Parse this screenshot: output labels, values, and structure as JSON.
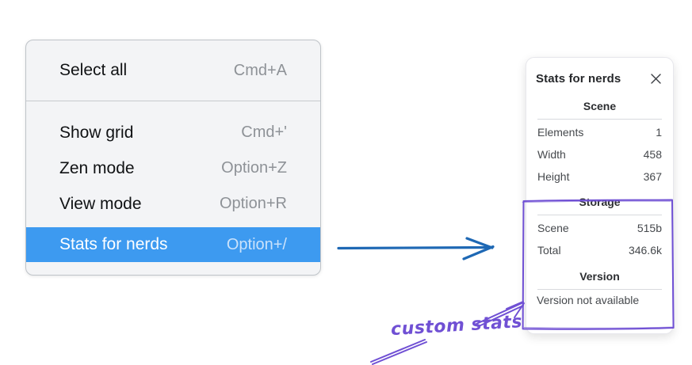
{
  "menu": {
    "items": [
      {
        "label": "Select all",
        "shortcut": "Cmd+A",
        "highlighted": false
      },
      {
        "label": "Show grid",
        "shortcut": "Cmd+'",
        "highlighted": false
      },
      {
        "label": "Zen mode",
        "shortcut": "Option+Z",
        "highlighted": false
      },
      {
        "label": "View mode",
        "shortcut": "Option+R",
        "highlighted": false
      },
      {
        "label": "Stats for nerds",
        "shortcut": "Option+/",
        "highlighted": true
      }
    ],
    "highlight_color": "#3d9af0"
  },
  "panel": {
    "title": "Stats for nerds",
    "icons": {
      "close": "x-cross"
    },
    "sections": [
      {
        "title": "Scene",
        "rows": [
          {
            "label": "Elements",
            "value": "1"
          },
          {
            "label": "Width",
            "value": "458"
          },
          {
            "label": "Height",
            "value": "367"
          }
        ]
      },
      {
        "title": "Storage",
        "rows": [
          {
            "label": "Scene",
            "value": "515b"
          },
          {
            "label": "Total",
            "value": "346.6k"
          }
        ]
      },
      {
        "title": "Version",
        "note": "Version not available"
      }
    ]
  },
  "annotation": {
    "label": "custom stats",
    "color": "#7050d4"
  },
  "arrows": {
    "menu_to_panel_color": "#1e68b4",
    "annotation_arrow_color": "#7050d4"
  }
}
